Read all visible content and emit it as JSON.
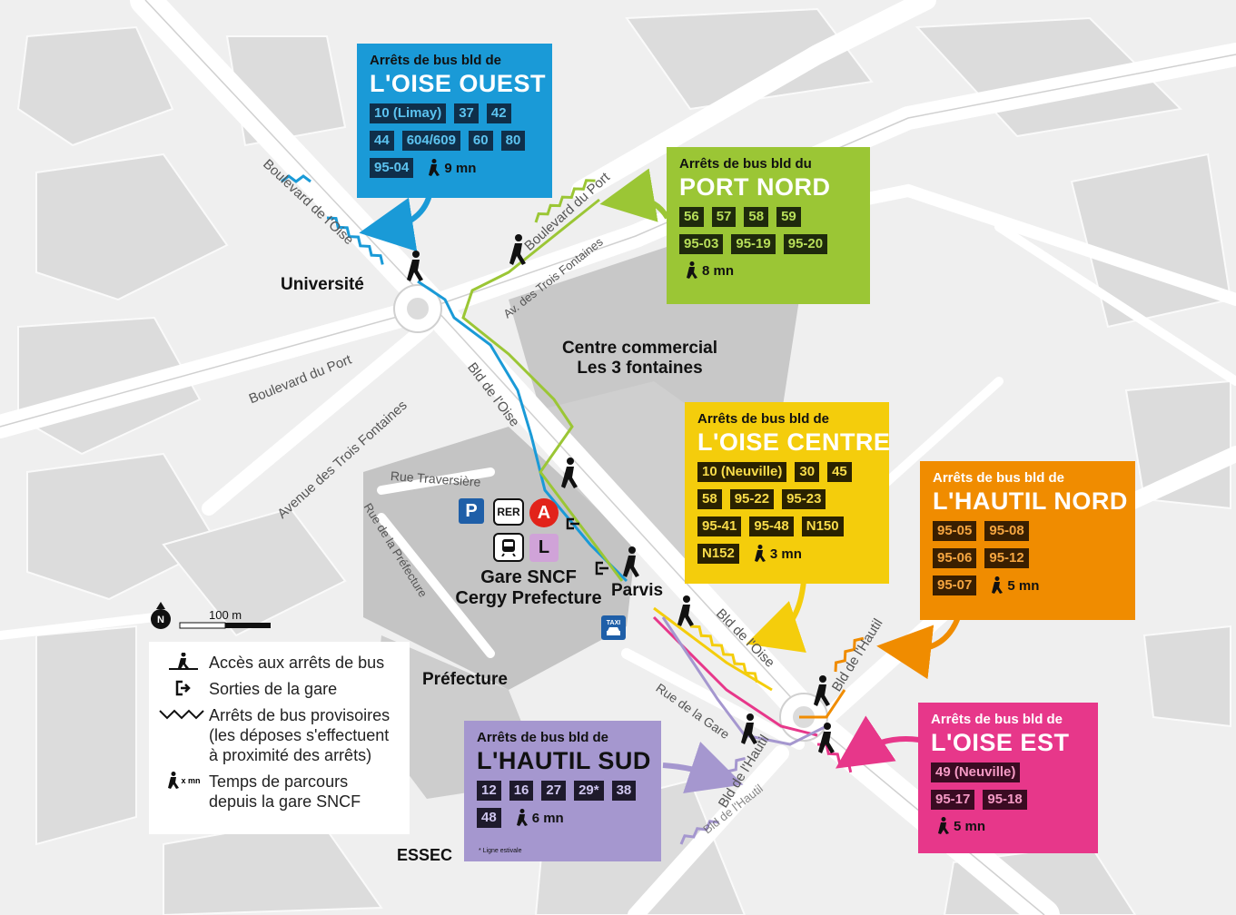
{
  "places": {
    "universite": "Université",
    "centre_commercial_line1": "Centre commercial",
    "centre_commercial_line2": "Les 3 fontaines",
    "gare_line1": "Gare SNCF",
    "gare_line2": "Cergy Prefecture",
    "parvis": "Parvis",
    "prefecture": "Préfecture",
    "essec": "ESSEC"
  },
  "streets": {
    "boulevard_oise_nw": "Boulevard de l'Oise",
    "boulevard_port_n": "Boulevard du Port",
    "av_trois_fontaines_n": "Av. des Trois Fontaines",
    "boulevard_port_w": "Boulevard du Port",
    "avenue_trois_fontaines_w": "Avenue des Trois Fontaines",
    "bld_oise_center": "Bld de l'Oise",
    "rue_traversiere": "Rue Traversière",
    "rue_prefecture": "Rue de la Préfecture",
    "bld_oise_south": "Bld de l'Oise",
    "bld_hautil_east": "Bld de l'Hautil",
    "rue_gare": "Rue de la Gare",
    "bld_hautil_south": "Bld de l'Hautil",
    "bld_hautil_bottom": "Bld de l'Hautil"
  },
  "icons": {
    "rer": "RER",
    "rer_a": "A",
    "ligne_l": "L",
    "parking": "P",
    "taxi": "TAXI"
  },
  "scale": {
    "north": "N",
    "label": "100 m"
  },
  "stops": {
    "oise_ouest": {
      "title_small": "Arrêts de bus bld de",
      "title_big": "L'OISE OUEST",
      "routes": [
        "10 (Limay)",
        "37",
        "42",
        "44",
        "604/609",
        "60",
        "80",
        "95-04"
      ],
      "walk": "9 mn",
      "bg": "#1a9ad7",
      "chip": "#0f2f4a",
      "chip_text": "#5cc3f0"
    },
    "port_nord": {
      "title_small": "Arrêts de bus bld du",
      "title_big": "PORT NORD",
      "routes": [
        "56",
        "57",
        "58",
        "59",
        "95-03",
        "95-19",
        "95-20"
      ],
      "walk": "8 mn",
      "bg": "#9bc635",
      "chip": "#1f2a0c",
      "chip_text": "#b8df5a"
    },
    "oise_centre": {
      "title_small": "Arrêts de bus bld de",
      "title_big": "L'OISE CENTRE",
      "routes": [
        "10 (Neuville)",
        "30",
        "45",
        "58",
        "95-22",
        "95-23",
        "95-41",
        "95-48",
        "N150",
        "N152"
      ],
      "walk": "3 mn",
      "bg": "#f4cd0c",
      "chip": "#2a2200",
      "chip_text": "#f8dc4a"
    },
    "hautil_nord": {
      "title_small": "Arrêts de bus bld de",
      "title_big": "L'HAUTIL NORD",
      "routes": [
        "95-05",
        "95-08",
        "95-06",
        "95-12",
        "95-07"
      ],
      "walk": "5 mn",
      "bg": "#f08c00",
      "chip": "#3a1f00",
      "chip_text": "#f6a640"
    },
    "hautil_sud": {
      "title_small": "Arrêts de bus bld de",
      "title_big": "L'HAUTIL SUD",
      "routes": [
        "12",
        "16",
        "27",
        "29*",
        "38",
        "48"
      ],
      "walk": "6 mn",
      "note": "* Ligne estivale",
      "bg": "#a597cf",
      "chip": "#1e1a2c",
      "chip_text": "#cfc6ef"
    },
    "oise_est": {
      "title_small": "Arrêts de bus bld de",
      "title_big": "L'OISE EST",
      "routes": [
        "49 (Neuville)",
        "95-17",
        "95-18"
      ],
      "walk": "5 mn",
      "bg": "#e7378a",
      "chip": "#3a0b22",
      "chip_text": "#f59ac5"
    }
  },
  "legend": {
    "access": "Accès aux arrêts de bus",
    "exits": "Sorties de la gare",
    "temp_line1": "Arrêts de bus provisoires",
    "temp_line2": "(les déposes s'effectuent",
    "temp_line3": "à proximité des arrêts)",
    "time_icon": "x mn",
    "time_line1": "Temps de parcours",
    "time_line2": "depuis la gare SNCF"
  }
}
